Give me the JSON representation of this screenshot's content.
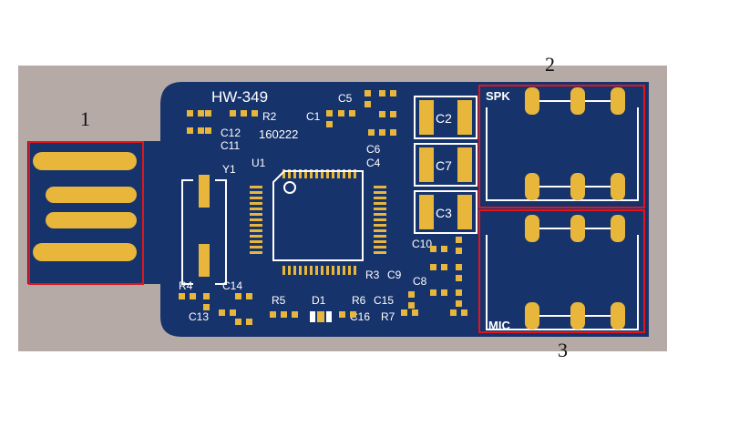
{
  "colors": {
    "board": "#17336b",
    "copper": "#e8b63b",
    "silkscreen": "#ffffff",
    "highlight": "#e4141b",
    "backdrop": "#b5aaa6"
  },
  "board": {
    "model": "HW-349",
    "date_code": "160222"
  },
  "labels": {
    "R2": "R2",
    "C1": "C1",
    "C5": "C5",
    "C12": "C12",
    "C11": "C11",
    "C6": "C6",
    "C4": "C4",
    "Y1": "Y1",
    "U1": "U1",
    "C2": "C2",
    "C7": "C7",
    "C3": "C3",
    "C10": "C10",
    "R3": "R3",
    "C9": "C9",
    "C8": "C8",
    "R4": "R4",
    "C14": "C14",
    "C13": "C13",
    "R5": "R5",
    "D1": "D1",
    "R6": "R6",
    "C15": "C15",
    "C16": "C16",
    "R7": "R7",
    "SPK": "SPK",
    "MIC": "MIC"
  },
  "callouts": {
    "usb": "1",
    "speaker": "2",
    "mic": "3"
  }
}
